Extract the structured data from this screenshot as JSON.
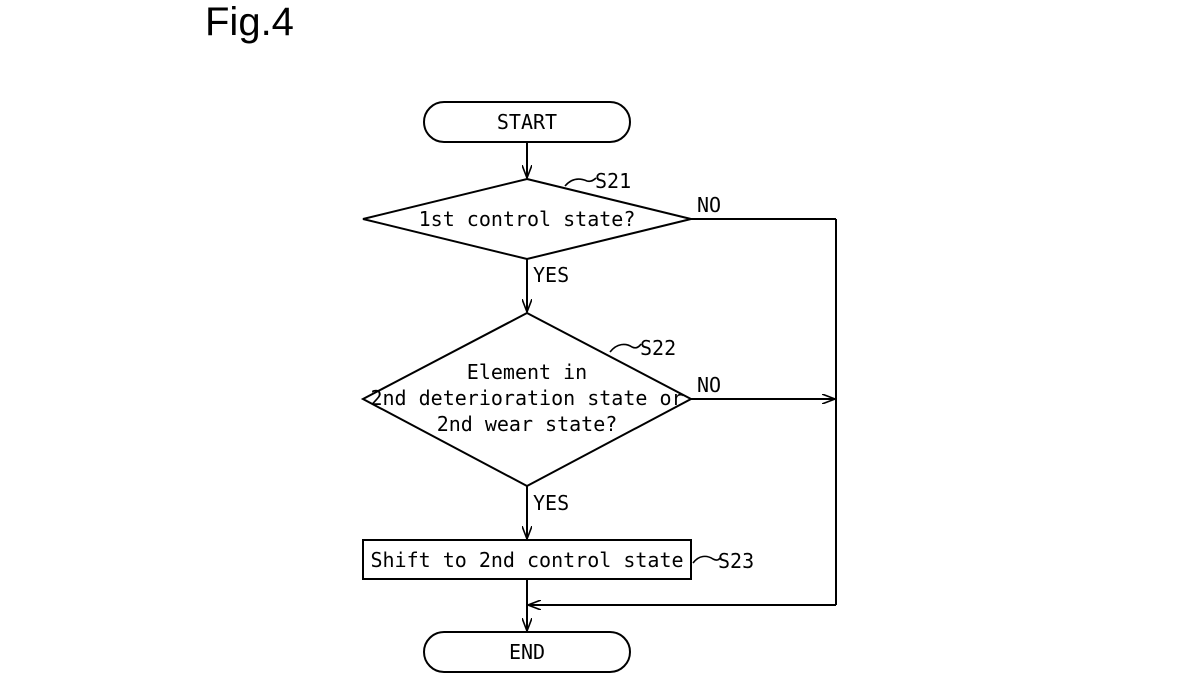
{
  "figure_label": "Fig.4",
  "nodes": {
    "start": "START",
    "s21_label": "S21",
    "s21_text": [
      "1st control state?"
    ],
    "s22_label": "S22",
    "s22_text": [
      "Element in",
      "2nd deterioration state or",
      "2nd wear state?"
    ],
    "s23_label": "S23",
    "s23_text": "Shift to 2nd control state",
    "end": "END"
  },
  "branches": {
    "s21_yes": "YES",
    "s21_no": "NO",
    "s22_yes": "YES",
    "s22_no": "NO"
  }
}
